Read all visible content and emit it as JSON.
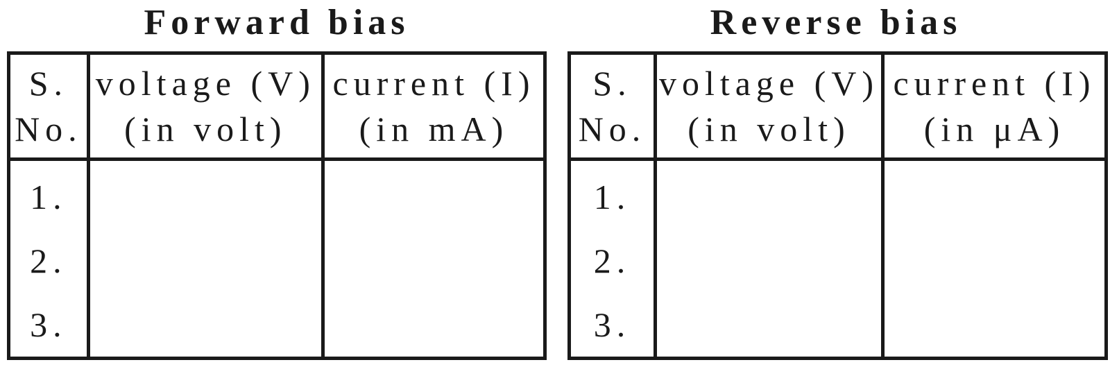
{
  "tables": [
    {
      "title": "Forward bias",
      "headers": {
        "sno": [
          "S.",
          "No."
        ],
        "voltage": [
          "voltage (V)",
          "(in volt)"
        ],
        "current": [
          "current (I)",
          "(in mA)"
        ]
      },
      "rows": [
        {
          "sno": "1.",
          "voltage": "",
          "current": ""
        },
        {
          "sno": "2.",
          "voltage": "",
          "current": ""
        },
        {
          "sno": "3.",
          "voltage": "",
          "current": ""
        }
      ]
    },
    {
      "title": "Reverse bias",
      "headers": {
        "sno": [
          "S.",
          "No."
        ],
        "voltage": [
          "voltage (V)",
          "(in volt)"
        ],
        "current": [
          "current (I)",
          "(in μA)"
        ]
      },
      "rows": [
        {
          "sno": "1.",
          "voltage": "",
          "current": ""
        },
        {
          "sno": "2.",
          "voltage": "",
          "current": ""
        },
        {
          "sno": "3.",
          "voltage": "",
          "current": ""
        }
      ]
    }
  ]
}
